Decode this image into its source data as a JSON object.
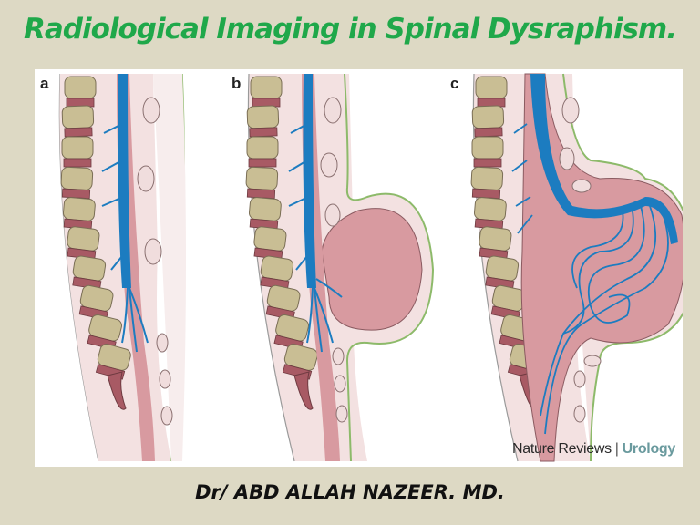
{
  "slide": {
    "title": "Radiological Imaging in Spinal Dysraphism.",
    "author": "Dr/ ABD ALLAH NAZEER. MD.",
    "background_color": "#DDD9C4",
    "title_color": "#1FA84A"
  },
  "figure": {
    "panels": [
      {
        "label": "a"
      },
      {
        "label": "b"
      },
      {
        "label": "c"
      }
    ],
    "credit": {
      "journal": "Nature Reviews",
      "separator": "|",
      "section": "Urology"
    },
    "colors": {
      "vertebra": "#C9BE94",
      "disc": "#A85A64",
      "cord": "#1C7CC0",
      "sac": "#D89AA0",
      "skin_line": "#8DBA6A",
      "soft_tissue": "#F3E1E1"
    }
  }
}
